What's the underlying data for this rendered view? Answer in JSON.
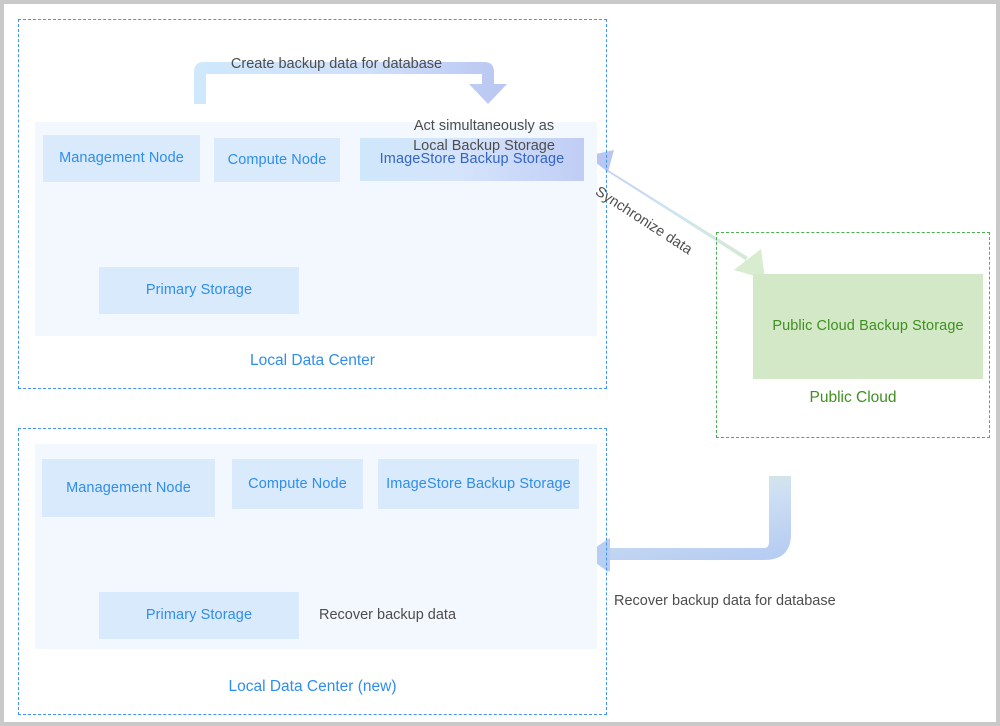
{
  "diagram": {
    "title": "Backup and recovery between local data center and public cloud",
    "colors": {
      "region_blue": "#3f94f5",
      "region_green": "#4caf50",
      "panel_bg": "#f2f8fe",
      "node_blue_bg": "#d8eafb",
      "node_blue_text": "#2f8ded",
      "node_green_bg": "#d3e8c6",
      "node_green_text": "#3f9021",
      "annotation_text": "#4d4d4d",
      "connector_line": "#5aa9ef",
      "arrow_blue": "#bcd7f7",
      "arrow_light_blue": "#cfe6fb",
      "arrow_green": "#d8ecd0",
      "outer_border": "#c9c9c9"
    }
  },
  "top_region": {
    "caption": "Local Data Center",
    "nodes": {
      "management": "Management Node",
      "compute": "Compute Node",
      "imagestore": "ImageStore Backup Storage",
      "primary": "Primary Storage"
    }
  },
  "bottom_region": {
    "caption": "Local Data Center (new)",
    "nodes": {
      "management": "Management Node",
      "compute": "Compute Node",
      "imagestore": "ImageStore Backup Storage",
      "primary": "Primary Storage"
    }
  },
  "cloud_region": {
    "caption": "Public Cloud",
    "nodes": {
      "backup_storage": "Public Cloud Backup Storage"
    }
  },
  "annotations": {
    "create_backup": "Create backup data for database",
    "act_simultaneously": "Act simultaneously as\nLocal Backup Storage",
    "synchronize": "Synchronize data",
    "recover_backup_local": "Recover backup data",
    "recover_backup_db": "Recover backup data for database"
  }
}
